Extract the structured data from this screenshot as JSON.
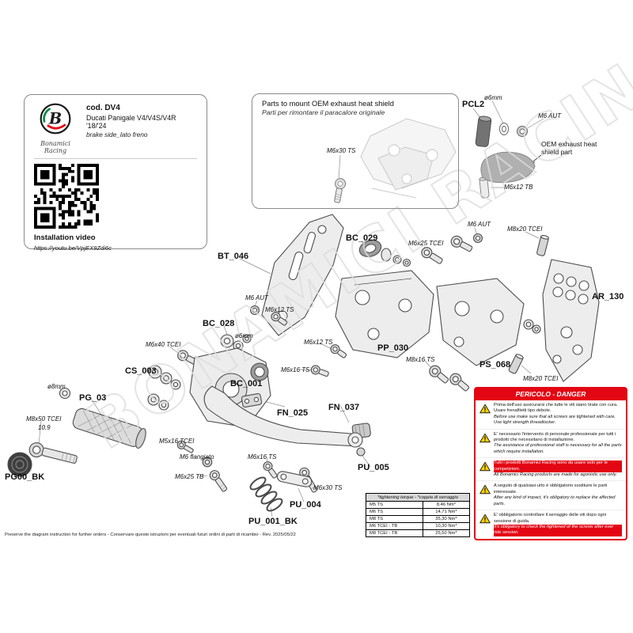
{
  "info": {
    "brand_line1": "Bonamici",
    "brand_line2": "Racing",
    "code": "cod. DV4",
    "model": "Ducati Panigale V4/V4S/V4R '18/'24",
    "side": "brake side_lato freno",
    "video_label": "Installation video",
    "video_url": "https://youtu.be/VpjEX9Zdi6c"
  },
  "oem": {
    "title_en": "Parts to mount OEM exhaust heat shield",
    "title_it": "Parti per rimontare il paracalore originale"
  },
  "watermark": {
    "text": "BONAMICI RACING"
  },
  "labels": {
    "pcl2": "PCL2",
    "d6_top": "ø6mm",
    "m6aut_top": "M6 AUT",
    "oem_shield": "OEM exhaust heat shield part",
    "m6x30ts_box": "M6x30 TS",
    "m6x12tb": "M6x12 TB",
    "m6aut_r": "M6 AUT",
    "m8x20_top": "M8x20 TCEI",
    "m6x25tcei": "M6x25 TCEI",
    "bc029": "BC_029",
    "bt046": "BT_046",
    "m6aut_l": "M6 AUT",
    "m6x12ts_a": "M6x12 TS",
    "bc028": "BC_028",
    "d6_l": "ø6mm",
    "m6x40tcei": "M6x40 TCEI",
    "m6x12ts_b": "M6x12 TS",
    "m6x16ts_a": "M6x16 TS",
    "pp030": "PP_030",
    "m8x16ts": "M8x16 TS",
    "ps068": "PS_068",
    "ar130": "AR_130",
    "m8x20_r": "M8x20 TCEI",
    "cs003": "CS_003",
    "bc001": "BC_001",
    "pg03": "PG_03",
    "d8": "ø8mm",
    "m8x50": "M8x50 TCEI",
    "grade": "10.9",
    "fn025": "FN_025",
    "fn037": "FN_037",
    "m5x16tcei": "M5x16 TCEI",
    "m6flang": "M6 flangiato",
    "m6x25tb": "M6x25 TB",
    "m6x16ts_b": "M6x16 TS",
    "m6x30ts_b": "M6x30 TS",
    "pu004": "PU_004",
    "pu001bk": "PU_001_BK",
    "pg00bk": "PG00_BK",
    "pu005": "PU_005"
  },
  "danger": {
    "title": "PERICOLO - DANGER",
    "warnings": [
      {
        "it": "Prima dell'uso assicurarsi che tutte le viti siano tirate con cura. Usare frenafiletti tipo debole.",
        "en": "Before use make sure that all screws are tightened with care. Use light strength threadlocker."
      },
      {
        "it": "E' necessario l'intervento di personale professionale per tutti i prodotti che necessitano di installazione.",
        "en": "The assistance of professional staff is necessary for all the parts which require installation."
      },
      {
        "it": "Tutti i prodotti Bonamici Racing sono da usare solo per le competizioni.",
        "en": "All Bonamici Racing products are made for agonistic use only."
      },
      {
        "it": "A seguito di qualsiasi urto è obbligatorio sostituire le parti interessate.",
        "en": "After any kind of impact, it's obligatory to replace the affected parts."
      },
      {
        "it": "E' obbligatorio controllare il serraggio delle viti dopo ogni sessione di guida.",
        "en": "It's obligatory to check the tightened of the screws after ever ride session."
      }
    ]
  },
  "torque": {
    "header": "*tightening torque - *coppia di serraggio",
    "rows": [
      {
        "size": "M5 TS",
        "value": "8,46 Nm*"
      },
      {
        "size": "M6 TS",
        "value": "14,71 Nm*"
      },
      {
        "size": "M8 TS",
        "value": "35,30 Nm*"
      },
      {
        "size": "M6 TCEI - TB",
        "value": "10,30 Nm*"
      },
      {
        "size": "M8 TCEI - TB",
        "value": "25,50 Nm*"
      }
    ]
  },
  "footer": {
    "text": "Preserve the diagram instruction for further orders - Conservare queste istruzioni per eventuali futuri ordini di parti di ricambio - Rev. 2025/05/22"
  }
}
